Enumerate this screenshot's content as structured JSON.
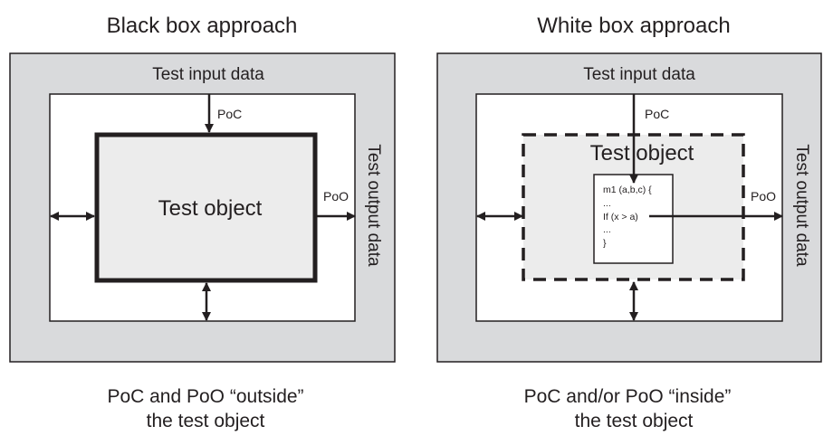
{
  "colors": {
    "outer_fill": "#d9dadc",
    "inner_fill": "#ffffff",
    "object_fill": "#ececec",
    "stroke": "#231f20"
  },
  "black_box": {
    "title": "Black box approach",
    "input_label": "Test input data",
    "output_label": "Test output data",
    "poc_label": "PoC",
    "poo_label": "PoO",
    "object_label": "Test object",
    "caption_line1": "PoC and PoO “outside”",
    "caption_line2": "the test object"
  },
  "white_box": {
    "title": "White box approach",
    "input_label": "Test input data",
    "output_label": "Test output data",
    "poc_label": "PoC",
    "poo_label": "PoO",
    "object_label": "Test object",
    "code_lines": [
      "m1 (a,b,c) {",
      "...",
      "If (x > a)",
      "...",
      "}"
    ],
    "caption_line1": "PoC and/or PoO “inside”",
    "caption_line2": "the test object"
  }
}
